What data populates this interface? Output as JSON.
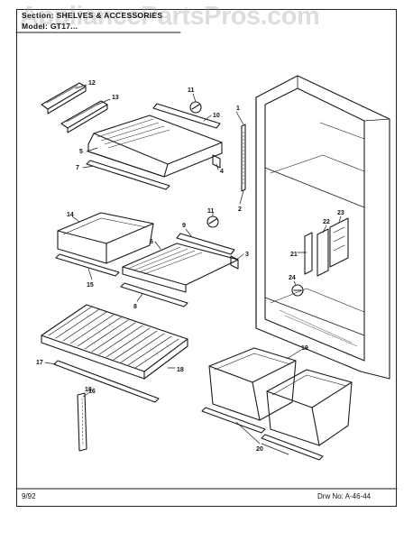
{
  "header": {
    "section": "Section: SHELVES & ACCESSORIES",
    "model": "Model: GT17..."
  },
  "footer": {
    "date": "9/92",
    "drawing_number": "Drw No: A-46-44"
  },
  "watermark": "AppliancePartsPros.com",
  "callouts": [
    "1",
    "2",
    "3",
    "4",
    "5",
    "6",
    "7",
    "8",
    "9",
    "10",
    "11",
    "11",
    "12",
    "13",
    "14",
    "15",
    "16",
    "17",
    "18",
    "18",
    "19",
    "20",
    "21",
    "22",
    "23",
    "24"
  ]
}
